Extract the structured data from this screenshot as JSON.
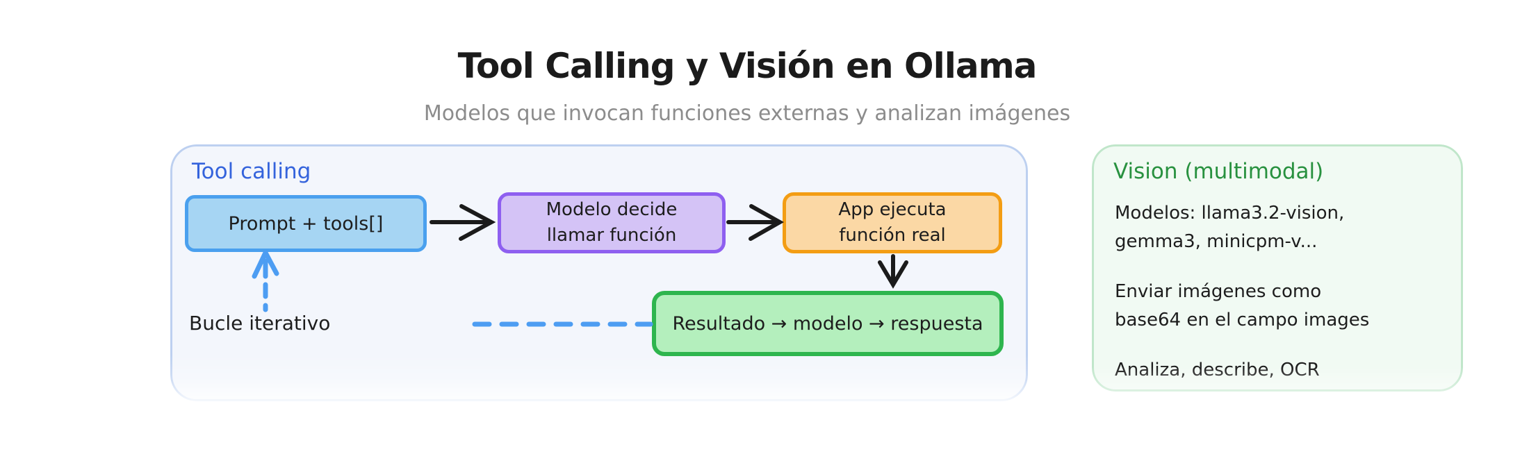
{
  "header": {
    "title": "Tool Calling y Visión en Ollama",
    "subtitle": "Modelos que invocan funciones externas y analizan imágenes"
  },
  "tool_calling": {
    "label": "Tool calling",
    "box_prompt": {
      "line1": "Prompt + tools[]"
    },
    "box_decide": {
      "line1": "Modelo decide",
      "line2": "llamar función"
    },
    "box_execute": {
      "line1": "App ejecuta",
      "line2": "función real"
    },
    "box_result": {
      "line1": "Resultado → modelo → respuesta"
    },
    "loop_label": "Bucle iterativo"
  },
  "vision": {
    "label": "Vision (multimodal)",
    "models_line1": "Modelos: llama3.2-vision,",
    "models_line2": "gemma3, minicpm-v...",
    "images_line1": "Enviar imágenes como",
    "images_line2": "base64 en el campo images",
    "capabilities": "Analiza, describe, OCR"
  },
  "colors": {
    "box_blue_border": "#4aa0ee",
    "box_blue_fill": "#a6d5f3",
    "box_purple_border": "#8e5ff0",
    "box_purple_fill": "#d4c3f6",
    "box_orange_border": "#f39d13",
    "box_orange_fill": "#fbd8a5",
    "box_green_border": "#2eb54e",
    "box_green_fill": "#b4efbd",
    "panel_tool_fill": "#f3f6fc",
    "panel_tool_border": "#bdd0f0",
    "panel_vision_fill": "#f1faf3",
    "panel_vision_border": "#c0e6ca",
    "label_blue": "#3463dc",
    "label_green": "#28913f",
    "subtitle_gray": "#8c8c8c",
    "dashed_blue": "#4d9df2",
    "arrow_black": "#1b1b1b"
  }
}
